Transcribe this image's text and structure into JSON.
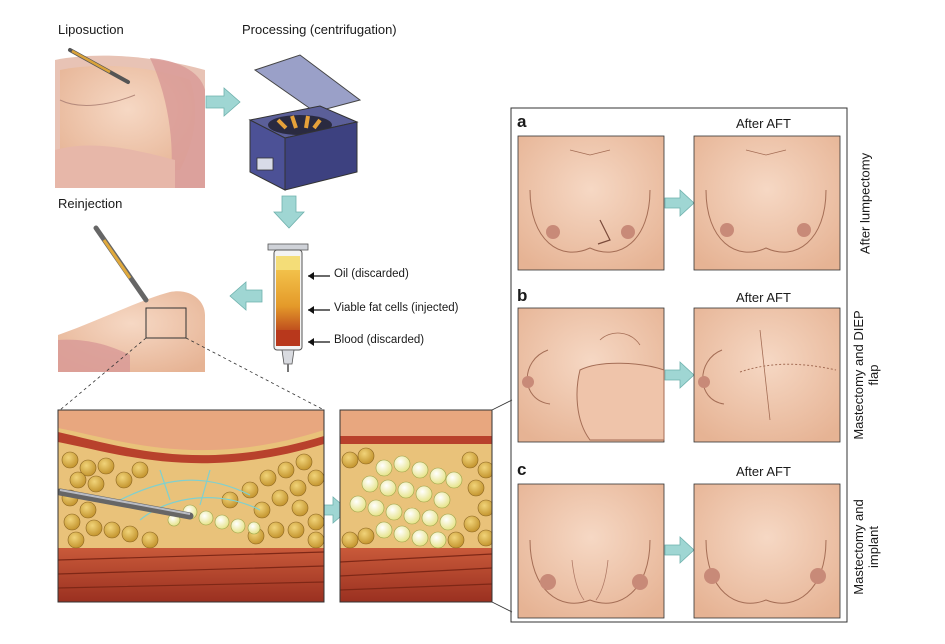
{
  "steps": {
    "liposuction": "Liposuction",
    "processing": "Processing (centrifugation)",
    "reinjection": "Reinjection"
  },
  "syringe_layers": {
    "oil": "Oil (discarded)",
    "fat": "Viable fat cells (injected)",
    "blood": "Blood (discarded)"
  },
  "panels": [
    {
      "letter": "a",
      "after": "After AFT",
      "caption": "After lumpectomy"
    },
    {
      "letter": "b",
      "after": "After AFT",
      "caption_line1": "Mastectomy and DIEP",
      "caption_line2": "flap"
    },
    {
      "letter": "c",
      "after": "After AFT",
      "caption_line1": "Mastectomy and",
      "caption_line2": "implant"
    }
  ],
  "colors": {
    "arrow": "#9fd6d3",
    "skin": "#f2c9b0",
    "fat": "#d9b44a",
    "muscle": "#b8412c",
    "device": "#4a4f8a"
  }
}
